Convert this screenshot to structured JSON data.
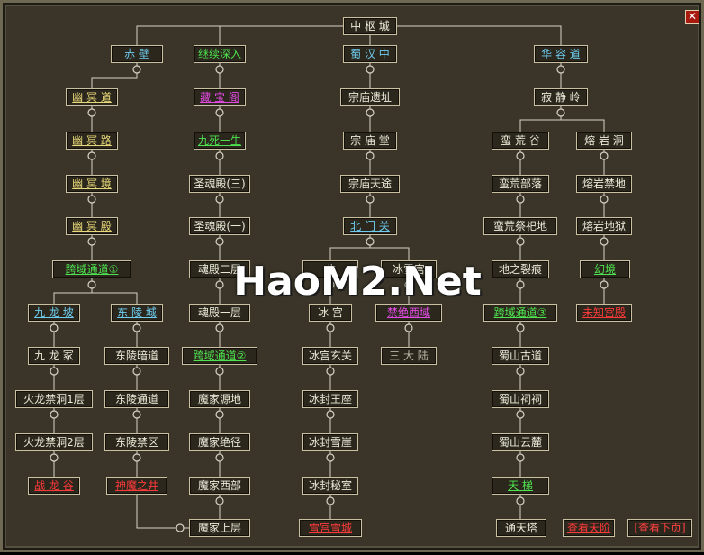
{
  "watermark": "HaoM2.Net",
  "close_label": "✕",
  "colors": {
    "panel_bg": "#3a3528",
    "connector": "#d8d4c4",
    "text_white": "#ecead8",
    "text_yellow": "#e8d878",
    "text_cyan": "#6ecdf0",
    "text_green": "#4ee24e",
    "text_magenta": "#e44ae4",
    "text_red": "#ff3a3a"
  },
  "nodes": {
    "hub": "中 枢 城",
    "chibi": "赤 壁",
    "jixu": "继续深入",
    "shuhan": "蜀 汉 中",
    "huarong": "华 容 道",
    "youming_dao": "幽 冥 道",
    "cangbao": "藏 宝 阁",
    "zongmiao_yizhi": "宗庙遗址",
    "jijing": "寂 静 岭",
    "youming_lu": "幽 冥 路",
    "jiusi": "九死一生",
    "zongmiao_tang": "宗 庙 堂",
    "manhuang_gu": "蛮 荒 谷",
    "rongyan_dong": "熔 岩 洞",
    "youming_jing": "幽 冥 境",
    "shenghun3": "圣魂殿(三)",
    "zongmiao_tianlu": "宗庙天途",
    "manhuang_buluo": "蛮荒部落",
    "rongyan_jindi": "熔岩禁地",
    "youming_dian": "幽 冥 殿",
    "shenghun1": "圣魂殿(一)",
    "beimen": "北 门 关",
    "manhuang_jisi": "蛮荒祭祀地",
    "rongyan_diyu": "熔岩地狱",
    "kuayu1": "跨域通道①",
    "hundian2": "魂殿二层",
    "bei_left": "北",
    "bei_right": "冰雪宫",
    "dizhi": "地之裂痕",
    "huanjing": "幻境",
    "jiulong_po": "九 龙 坡",
    "dongling_cheng": "东 陵 城",
    "hundian1": "魂殿一层",
    "binggong": "冰 宫",
    "jijue_xiyu": "禁绝西域",
    "kuayu3": "跨域通道③",
    "weizhi": "未知宫殿",
    "jiulong_zhong": "九 龙 冢",
    "dongling_andao": "东陵暗道",
    "kuayu2": "跨域通道②",
    "binggong_xuanguan": "冰宫玄关",
    "sanda": "三 大 陆",
    "shushan_gudao": "蜀山古道",
    "huolong1": "火龙禁洞1层",
    "dongling_tongdao": "东陵通道",
    "mojia_yuandi": "魔家源地",
    "bingfeng_wangzuo": "冰封王座",
    "shushan_cibai": "蜀山祠祠",
    "huolong2": "火龙禁洞2层",
    "dongling_jinqu": "东陵禁区",
    "mojia_juejing": "魔家绝径",
    "bingfeng_xueya": "冰封雪崖",
    "shushan_yunlu": "蜀山云麓",
    "zhanlong_gu": "战 龙 谷",
    "shenmo": "神魔之井",
    "mojia_xibu": "魔家西部",
    "bingfeng_mishi": "冰封秘室",
    "tianti": "天 梯",
    "mojia_shangceng": "魔家上层",
    "xuegong_xuecheng": "雪宫雪城",
    "tongtian": "通天塔",
    "chakan_tianjie": "查看天阶",
    "next_page": "[查看下页]"
  }
}
